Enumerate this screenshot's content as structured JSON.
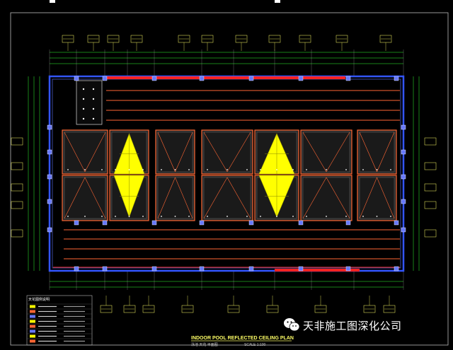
{
  "drawing": {
    "title": "INDOOR POOL REFLECTED CEILING PLAN",
    "subtitle_cn": "泳池 天花 平面图",
    "scale": "SCALE    1:100",
    "legend_title": "天花图例说明"
  },
  "watermark": {
    "text": "天非施工图深化公司",
    "logo": "wechat-logo"
  },
  "colors": {
    "background": "#000000",
    "wall": "#3355ff",
    "beam": "#ff3333",
    "panel_frame": "#ff6633",
    "panel_fill": "#2a2a2a",
    "diamond": "#ffff00",
    "dimension": "#33ff33",
    "text": "#ffff66"
  }
}
